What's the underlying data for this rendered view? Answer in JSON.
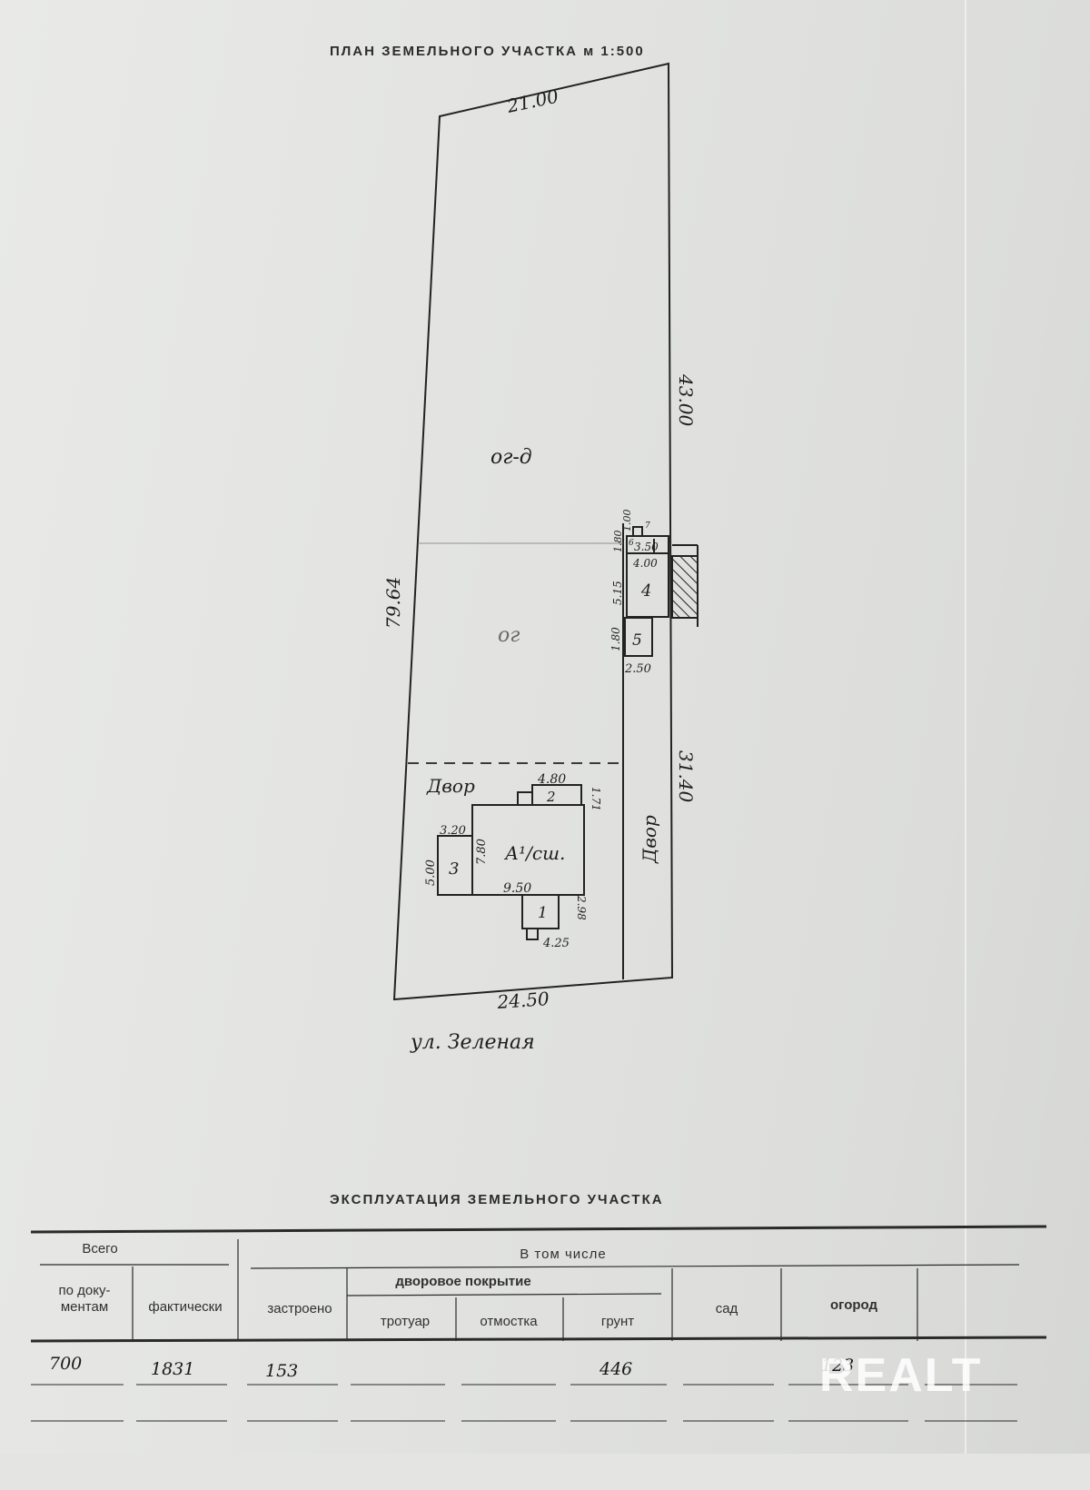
{
  "plan": {
    "title": "ПЛАН ЗЕМЕЛЬНОГО УЧАСТКА м 1:500",
    "dims": {
      "top": "21.00",
      "right_upper": "43.00",
      "left": "79.64",
      "right_lower": "31.40",
      "bottom": "24.50",
      "shed_w1": "3.50",
      "shed_w2": "4.00",
      "shed_h1": "1.00",
      "shed_h2": "1.80",
      "shed_h3": "5.15",
      "shed5_h": "1.80",
      "shed5_w": "2.50",
      "house_w_top": "4.80",
      "house_porch_h": "1.71",
      "house_left_w": "3.20",
      "house_left_h": "5.00",
      "house_main_h": "7.80",
      "house_main_w": "9.50",
      "house_bottom_h": "2.98",
      "house_bottom_w": "4.25"
    },
    "labels": {
      "og_d": "ог-д",
      "og": "ог",
      "yard_left": "Двор",
      "yard_right": "Двор",
      "house": "А¹/сш.",
      "b1": "1",
      "b2": "2",
      "b3": "3",
      "b4": "4",
      "b5": "5",
      "b6": "6",
      "b7": "7",
      "street": "ул. Зеленая"
    }
  },
  "exploitation": {
    "title": "ЭКСПЛУАТАЦИЯ ЗЕМЕЛЬНОГО УЧАСТКА",
    "headers": {
      "total": "Всего",
      "including": "В том числе",
      "by_docs": "по доку-\nментам",
      "actual": "фактически",
      "built": "застроено",
      "yard_cover": "дворовое покрытие",
      "sidewalk": "тротуар",
      "blind_area": "отмостка",
      "ground": "грунт",
      "garden": "сад",
      "vegetable": "огород"
    },
    "row": {
      "by_docs": "700",
      "actual": "1831",
      "built": "153",
      "sidewalk": "",
      "blind_area": "",
      "ground": "446",
      "garden": "",
      "vegetable": "123"
    }
  },
  "watermark": "REALT"
}
